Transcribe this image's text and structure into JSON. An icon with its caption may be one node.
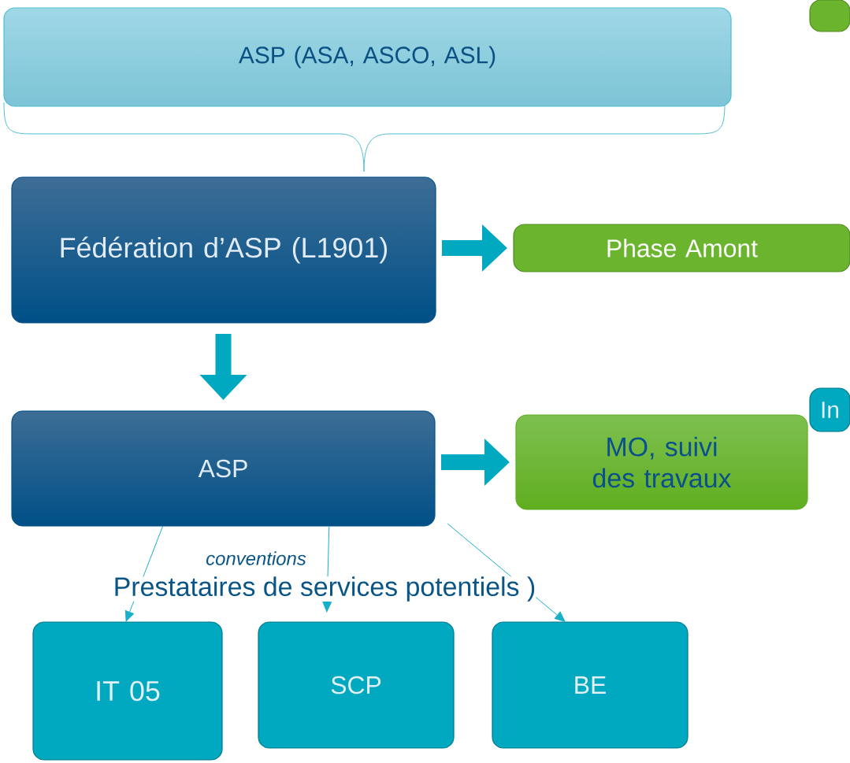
{
  "diagram": {
    "nodes": [
      {
        "text": [
          "ASP (ASA, ASCO, ASL)"
        ]
      },
      {
        "text": [
          "Fédération d’ASP (L1901)"
        ]
      },
      {
        "text": [
          "Phase Amont"
        ]
      },
      {
        "text": [
          "ASP"
        ]
      },
      {
        "text": [
          "MO, suivi des travaux"
        ]
      },
      {
        "text": [
          "In"
        ]
      },
      {
        "text": [
          "IT 05"
        ]
      },
      {
        "text": [
          "SCP"
        ]
      },
      {
        "text": [
          "BE"
        ]
      },
      {
        "text": [],
        "shape": "box"
      }
    ],
    "edges": [
      {
        "from": 1,
        "to": 2,
        "arrow": "to",
        "style": "thick"
      },
      {
        "from": 1,
        "to": 3,
        "arrow": "to",
        "style": "thick"
      },
      {
        "from": 3,
        "to": 4,
        "arrow": "to",
        "style": "thick"
      },
      {
        "from": 3,
        "to": 6,
        "arrow": "to"
      },
      {
        "from": 3,
        "to": 7,
        "arrow": "to"
      },
      {
        "from": 3,
        "to": 8,
        "arrow": "to"
      }
    ],
    "labels": [
      "conventions",
      "Prestataires de services potentiels )"
    ]
  }
}
